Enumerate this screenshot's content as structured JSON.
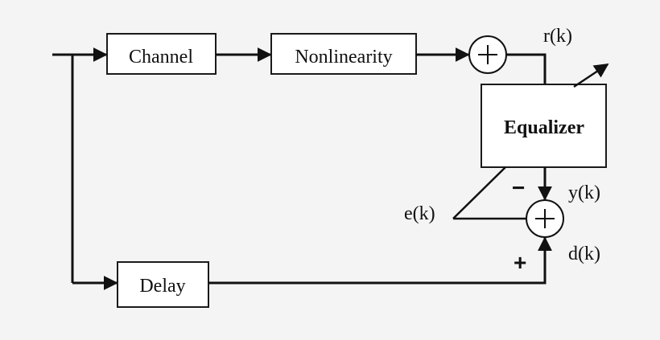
{
  "blocks": {
    "channel": "Channel",
    "nonlinearity": "Nonlinearity",
    "equalizer": "Equalizer",
    "delay": "Delay"
  },
  "signals": {
    "r": "r(k)",
    "y": "y(k)",
    "e": "e(k)",
    "d": "d(k)"
  },
  "signs": {
    "minus": "−",
    "plus": "+"
  }
}
